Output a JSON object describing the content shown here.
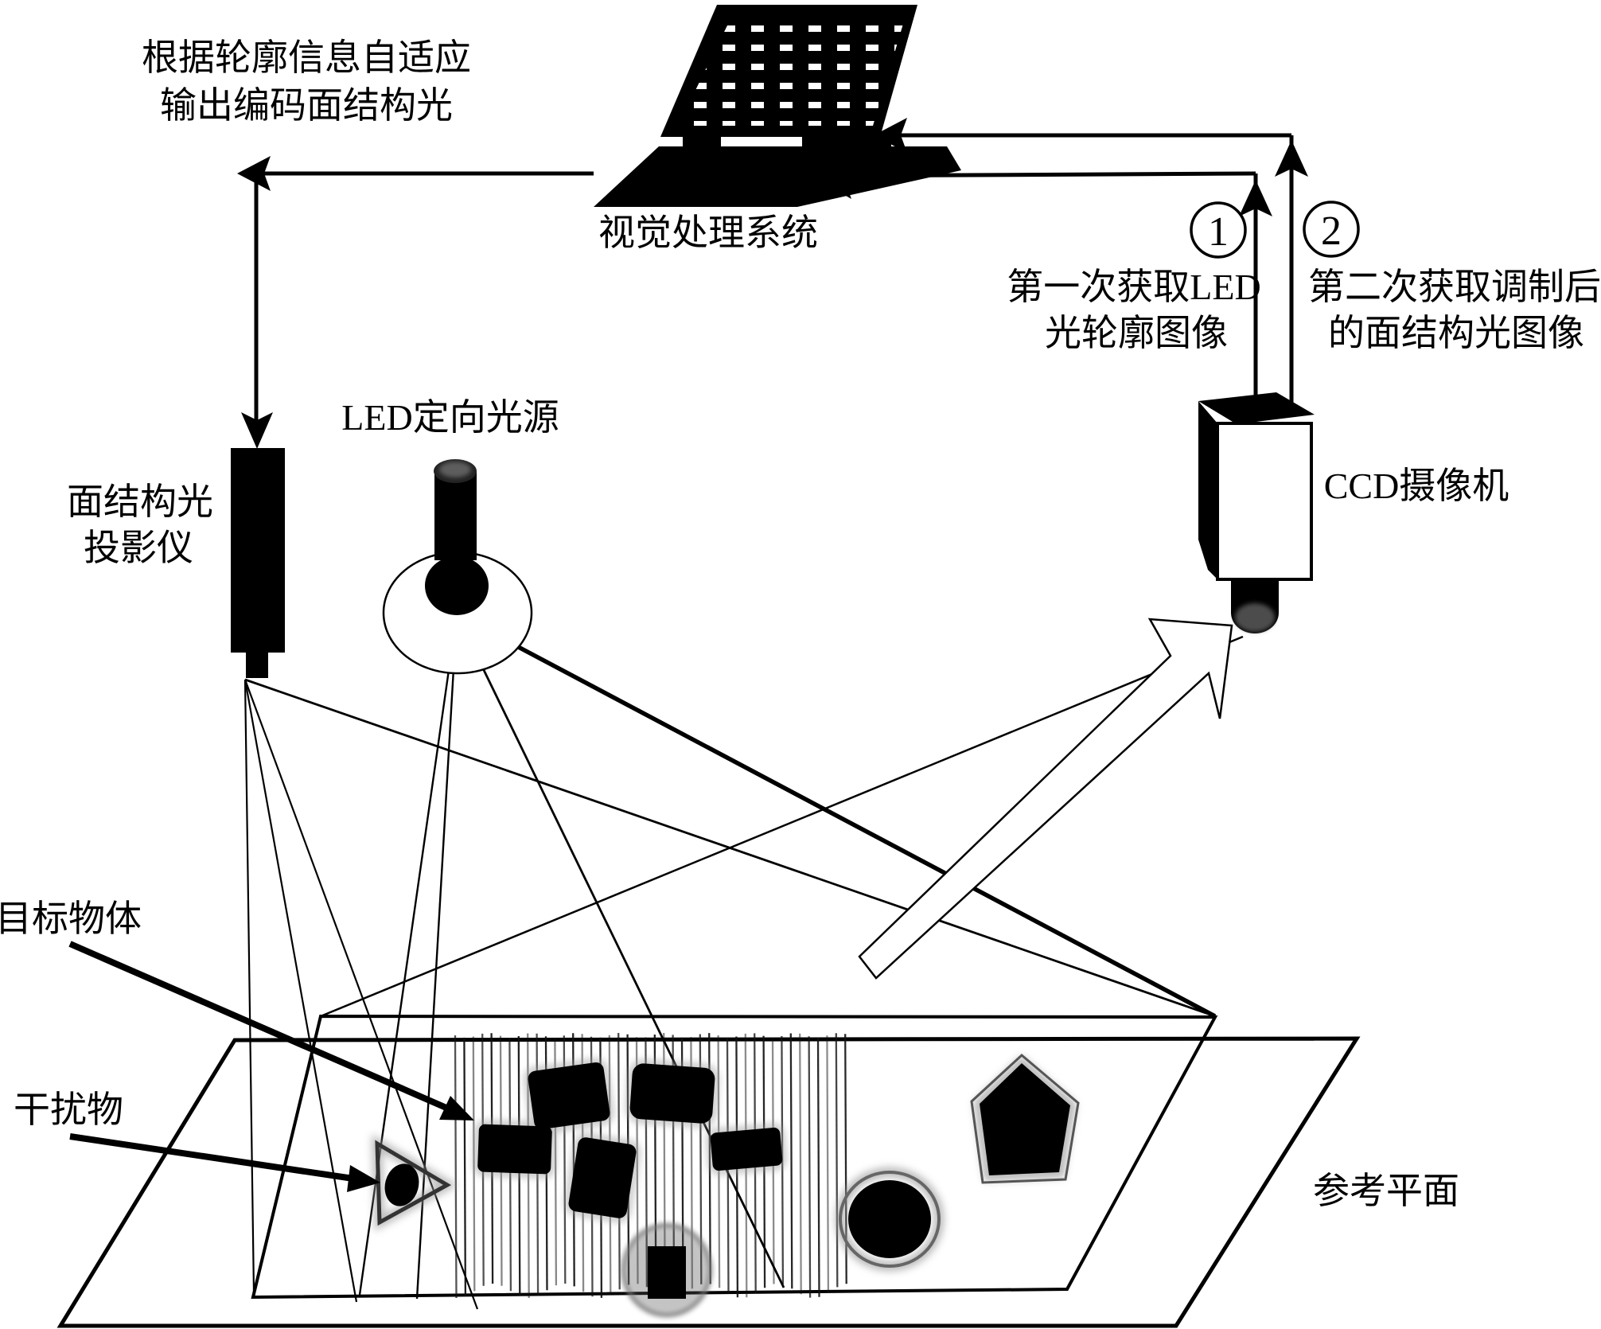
{
  "figure": {
    "ink_color": "#000000",
    "halo_color": "#999999",
    "labels": {
      "feedback_line1": "根据轮廓信息自适应",
      "feedback_line2": "输出编码面结构光",
      "vision_system": "视觉处理系统",
      "led_source": "LED定向光源",
      "projector_line1": "面结构光",
      "projector_line2": "投影仪",
      "ccd_camera": "CCD摄像机",
      "step1": {
        "num": "1",
        "line1": "第一次获取LED",
        "line2": "光轮廓图像"
      },
      "step2": {
        "num": "2",
        "line1": "第二次获取调制后",
        "line2": "的面结构光图像"
      },
      "target_object": "目标物体",
      "interference": "干扰物",
      "reference_plane": "参考平面"
    }
  }
}
